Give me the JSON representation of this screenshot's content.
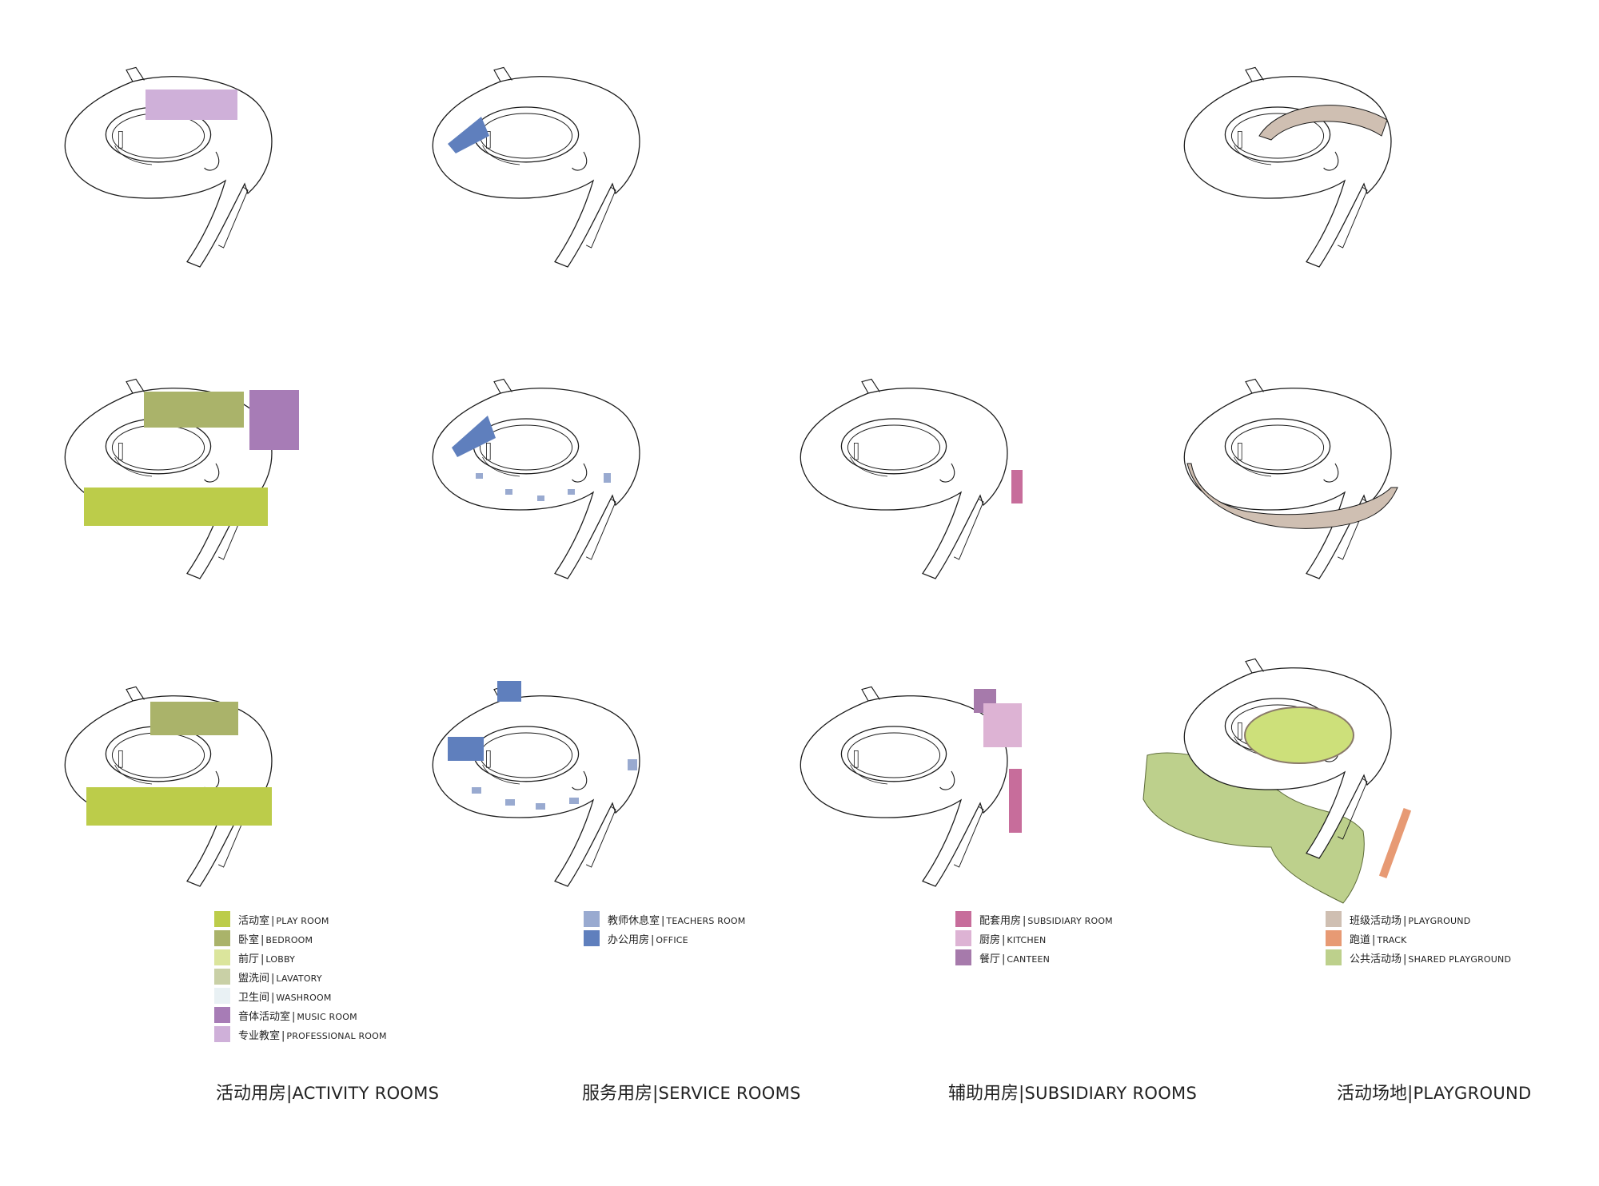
{
  "colors": {
    "play_room": "#bccc4a",
    "bedroom": "#aab36a",
    "lobby": "#dbe59c",
    "lavatory": "#c9d0a6",
    "washroom": "#e9f1f4",
    "music_room": "#a77cb6",
    "professional_room": "#cfb0d9",
    "teachers_room": "#99aad0",
    "office": "#5f7fbd",
    "subsidiary_room": "#c76d9b",
    "kitchen": "#ddb3d4",
    "canteen": "#a67aab",
    "playground": "#cfbfb2",
    "track": "#e79a74",
    "shared_playground": "#bdd08c"
  },
  "legend_activity": [
    {
      "zh": "活动室",
      "en": "PLAY ROOM",
      "color": "#bccc4a"
    },
    {
      "zh": "卧室",
      "en": "BEDROOM",
      "color": "#aab36a"
    },
    {
      "zh": "前厅",
      "en": "LOBBY",
      "color": "#dbe59c"
    },
    {
      "zh": "盥洗间",
      "en": "LAVATORY",
      "color": "#c9d0a6"
    },
    {
      "zh": "卫生间",
      "en": "WASHROOM",
      "color": "#e9f1f4"
    },
    {
      "zh": "音体活动室",
      "en": "MUSIC ROOM",
      "color": "#a77cb6"
    },
    {
      "zh": "专业教室",
      "en": "PROFESSIONAL ROOM",
      "color": "#cfb0d9"
    }
  ],
  "legend_service": [
    {
      "zh": "教师休息室",
      "en": "TEACHERS ROOM",
      "color": "#99aad0"
    },
    {
      "zh": "办公用房",
      "en": "OFFICE",
      "color": "#5f7fbd"
    }
  ],
  "legend_subsidiary": [
    {
      "zh": "配套用房",
      "en": "SUBSIDIARY ROOM",
      "color": "#c76d9b"
    },
    {
      "zh": "厨房",
      "en": "KITCHEN",
      "color": "#ddb3d4"
    },
    {
      "zh": "餐厅",
      "en": "CANTEEN",
      "color": "#a67aab"
    }
  ],
  "legend_playground": [
    {
      "zh": "班级活动场",
      "en": "PLAYGROUND",
      "color": "#cfbfb2"
    },
    {
      "zh": "跑道",
      "en": "TRACK",
      "color": "#e79a74"
    },
    {
      "zh": "公共活动场",
      "en": "SHARED PLAYGROUND",
      "color": "#bdd08c"
    }
  ],
  "captions": {
    "activity": {
      "zh": "活动用房",
      "en": "ACTIVITY ROOMS"
    },
    "service": {
      "zh": "服务用房",
      "en": "SERVICE ROOMS"
    },
    "subsidiary": {
      "zh": "辅助用房",
      "en": "SUBSIDIARY ROOMS"
    },
    "playground": {
      "zh": "活动场地",
      "en": "PLAYGROUND"
    }
  },
  "separator": "|"
}
